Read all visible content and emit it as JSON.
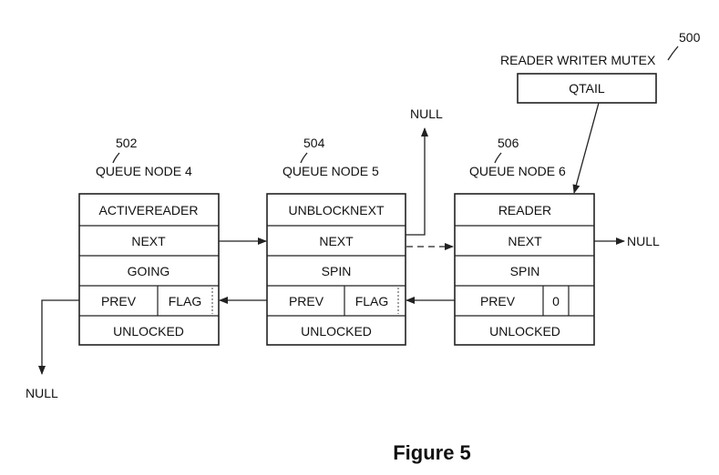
{
  "diagram": {
    "figure_caption": "Figure 5",
    "mutex": {
      "ref": "500",
      "title": "READER WRITER MUTEX",
      "field": "QTAIL"
    },
    "nodes": [
      {
        "ref": "502",
        "title": "QUEUE NODE 4",
        "rows": [
          "ACTIVEREADER",
          "NEXT",
          "GOING"
        ],
        "prev": "PREV",
        "flag": "FLAG",
        "bottom": "UNLOCKED"
      },
      {
        "ref": "504",
        "title": "QUEUE NODE 5",
        "rows": [
          "UNBLOCKNEXT",
          "NEXT",
          "SPIN"
        ],
        "prev": "PREV",
        "flag": "FLAG",
        "bottom": "UNLOCKED"
      },
      {
        "ref": "506",
        "title": "QUEUE NODE 6",
        "rows": [
          "READER",
          "NEXT",
          "SPIN"
        ],
        "prev": "PREV",
        "flag": "0",
        "bottom": "UNLOCKED"
      }
    ],
    "null_top": "NULL",
    "null_right": "NULL",
    "null_bottom_left": "NULL"
  }
}
